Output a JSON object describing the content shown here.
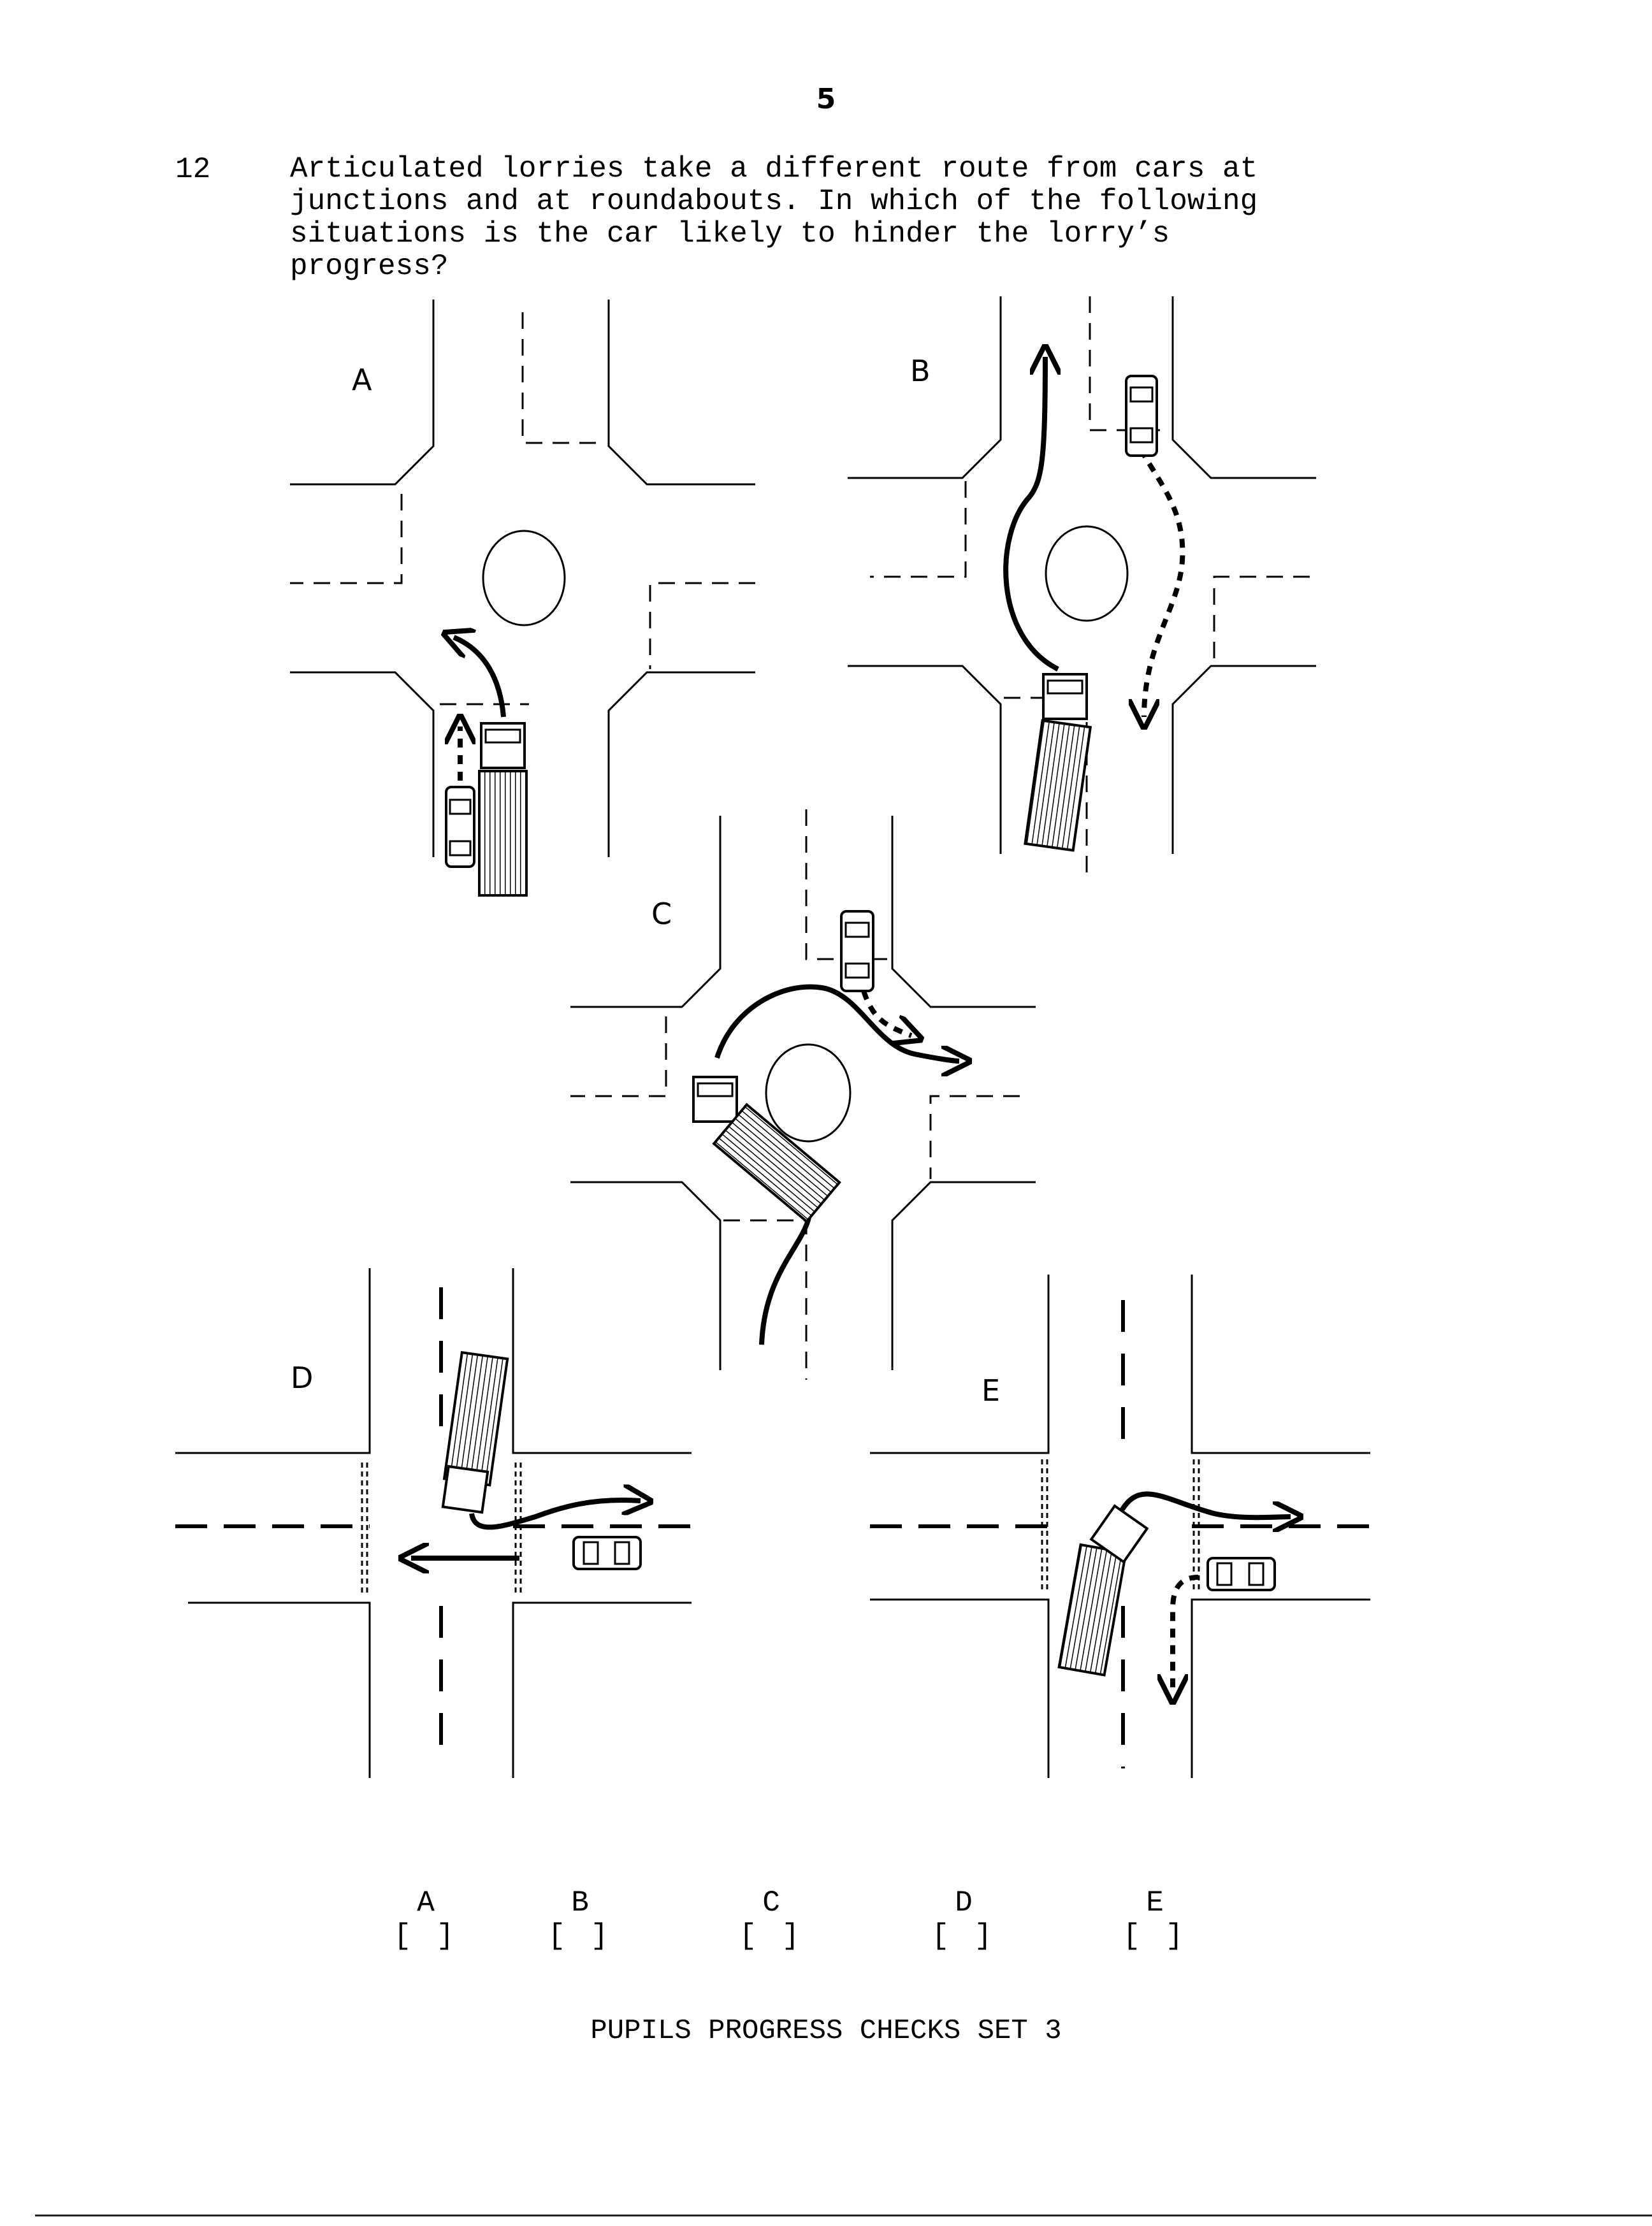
{
  "page_number": "5",
  "question": {
    "number": "12",
    "text": "Articulated lorries take a different route from cars at\njunctions and at roundabouts.  In which of the following\nsituations is the car likely to hinder the lorry’s\nprogress?"
  },
  "diagrams": {
    "a": {
      "label": "A"
    },
    "b": {
      "label": "B"
    },
    "c": {
      "label": "C"
    },
    "d": {
      "label": "D"
    },
    "e": {
      "label": "E"
    }
  },
  "options": [
    {
      "label": "A",
      "box": "[ ]"
    },
    {
      "label": "B",
      "box": "[ ]"
    },
    {
      "label": "C",
      "box": "[ ]"
    },
    {
      "label": "D",
      "box": "[ ]"
    },
    {
      "label": "E",
      "box": "[ ]"
    }
  ],
  "footer": "PUPILS PROGRESS CHECKS SET 3"
}
